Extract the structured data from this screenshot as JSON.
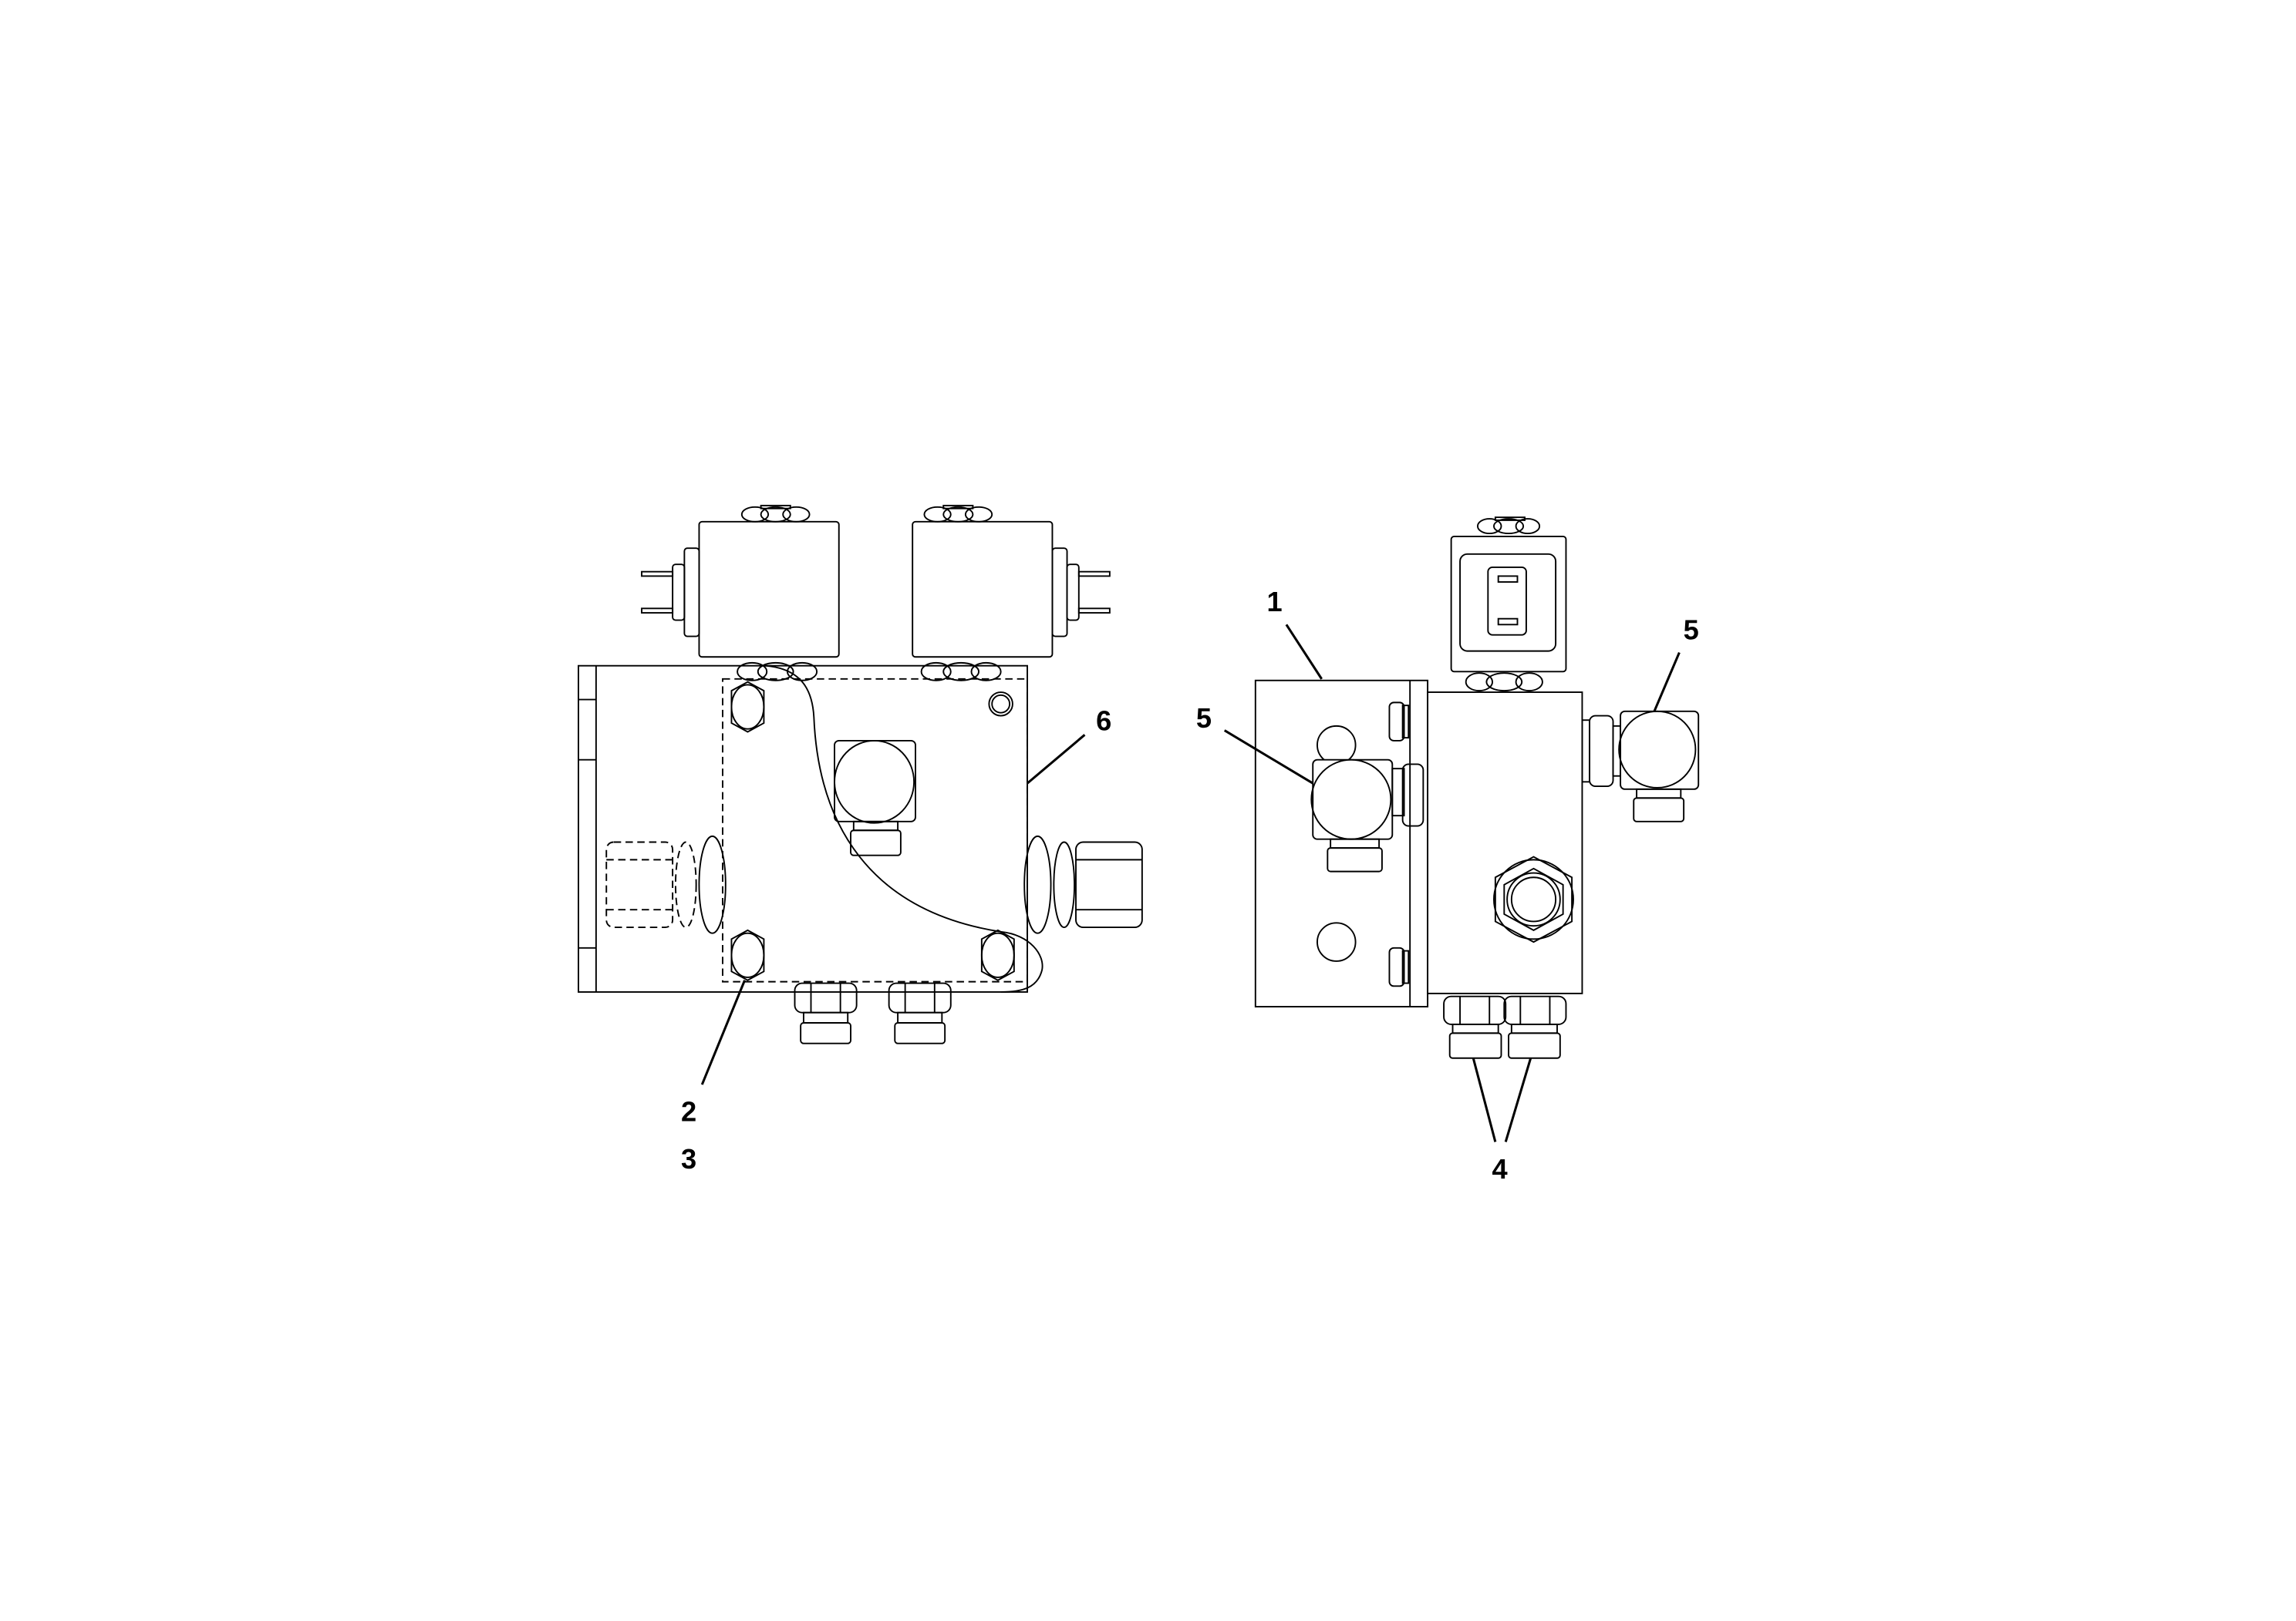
{
  "figure": {
    "type": "parts-diagram",
    "views": [
      {
        "id": "front-view",
        "description": "Valve manifold with two solenoid coils, front view"
      },
      {
        "id": "side-view",
        "description": "Valve manifold with mounting plate, side view"
      }
    ],
    "colors": {
      "line": "#000000",
      "background": "#ffffff"
    }
  },
  "callouts": {
    "c1": "1",
    "c2": "2",
    "c3": "3",
    "c4": "4",
    "c5_left": "5",
    "c5_right": "5",
    "c6": "6"
  }
}
